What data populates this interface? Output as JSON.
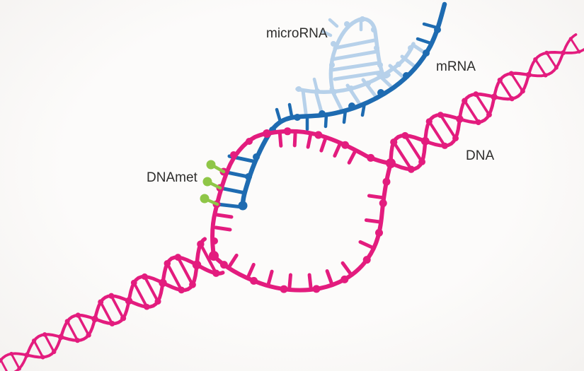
{
  "labels": {
    "microrna": "microRNA",
    "mrna": "mRNA",
    "dna": "DNA",
    "dnamet": "DNAmet"
  },
  "colors": {
    "dna_pink": "#E31C7E",
    "mrna_blue": "#1E6BB1",
    "microrna_light_blue": "#B7D1EA",
    "methyl_green": "#8FC647",
    "label_text": "#2E2D2C",
    "background": "#FAF9F7"
  }
}
